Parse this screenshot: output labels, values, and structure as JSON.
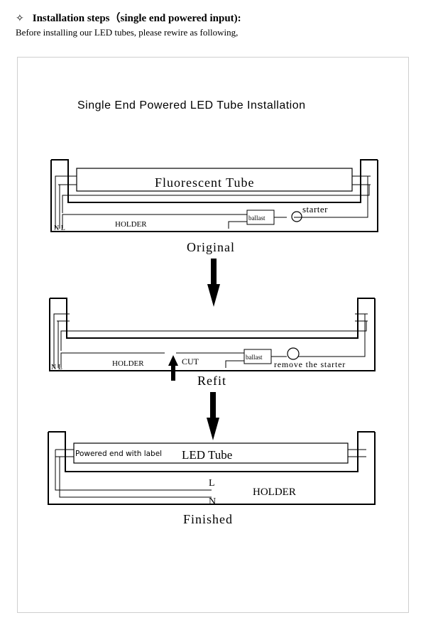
{
  "heading": {
    "bullet": "✧",
    "text": "Installation steps（single end powered input):"
  },
  "intro": "Before installing our LED tubes, please rewire as following,",
  "diagram": {
    "title": "Single End Powered LED Tube Installation",
    "original": {
      "tube_label": "Fluorescent Tube",
      "starter_label": "starter",
      "ballast_label": "ballast",
      "holder_label": "HOLDER",
      "nl_label": "N L",
      "caption": "Original"
    },
    "refit": {
      "holder_label": "HOLDER",
      "cut_label": "CUT",
      "ballast_label": "ballast",
      "remove_label": "remove the starter",
      "nl_label": "N L",
      "caption": "Refit"
    },
    "finished": {
      "powered_label": "Powered end with label",
      "tube_label": "LED Tube",
      "l_label": "L",
      "n_label": "N",
      "holder_label": "HOLDER",
      "caption": "Finished"
    }
  }
}
